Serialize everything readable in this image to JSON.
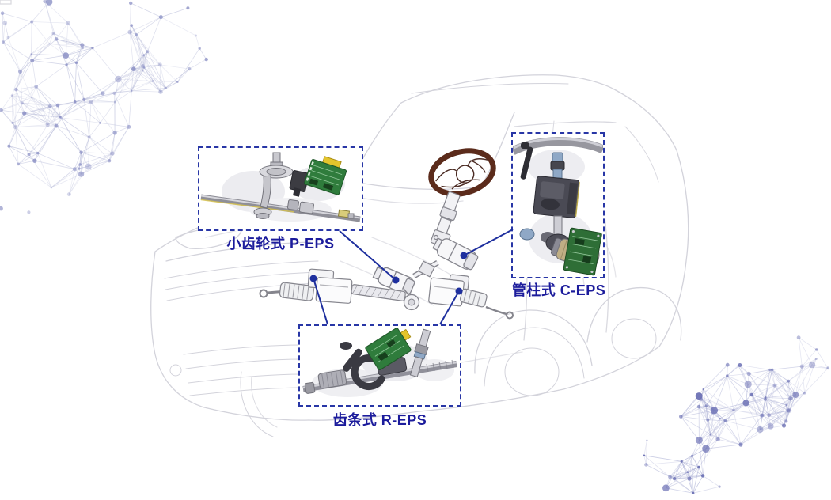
{
  "diagram": {
    "items": [
      {
        "id": "p-eps",
        "label": "小齿轮式 P-EPS",
        "description_type": "pinion"
      },
      {
        "id": "c-eps",
        "label": "管柱式 C-EPS",
        "description_type": "column"
      },
      {
        "id": "r-eps",
        "label": "齿条式 R-EPS",
        "description_type": "rack"
      }
    ]
  },
  "colors": {
    "accent_blue": "#1e2f9e",
    "box_border": "#2836a6",
    "label_text": "#1c1c9c",
    "steering_wheel_rim": "#5b2b1b",
    "pcb_green": "#2f7c3c",
    "connector_yellow": "#e3c42c",
    "column_collar_blue": "#8fa8c6",
    "motor_brass": "#bfae84",
    "car_wireframe_gray": "#d3d3db",
    "mesh_purple_light": "#8d92c6",
    "mesh_purple_dark": "#6b70b4"
  },
  "icons": {
    "callout_dot": "circle-marker",
    "decoration": "network-mesh"
  }
}
